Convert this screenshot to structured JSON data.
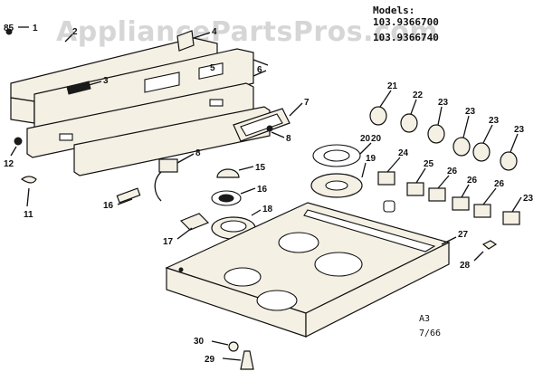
{
  "watermark": "AppliancePartsPros.com",
  "models": {
    "heading": "Models:",
    "model_1": "103.9366700",
    "model_2": "103.9366740"
  },
  "notes": {
    "sheet": "A3",
    "date": "7/66"
  },
  "callouts": {
    "c1": "1",
    "c2": "2",
    "c3": "3",
    "c4": "4",
    "c5": "5",
    "c6": "6",
    "c7": "7",
    "c8a": "8",
    "c8b": "8",
    "c11": "11",
    "c12": "12",
    "c15": "15",
    "c16a": "16",
    "c16b": "16",
    "c17": "17",
    "c18": "18",
    "c19": "19",
    "c20": "20",
    "c21": "21",
    "c22": "22",
    "c23a": "23",
    "c23b": "23",
    "c23c": "23",
    "c23d": "23",
    "c24": "24",
    "c25": "25",
    "c26a": "26",
    "c26b": "26",
    "c26c": "26",
    "c27": "27",
    "c28": "28",
    "c29": "29",
    "c30": "30",
    "c85": "85"
  }
}
